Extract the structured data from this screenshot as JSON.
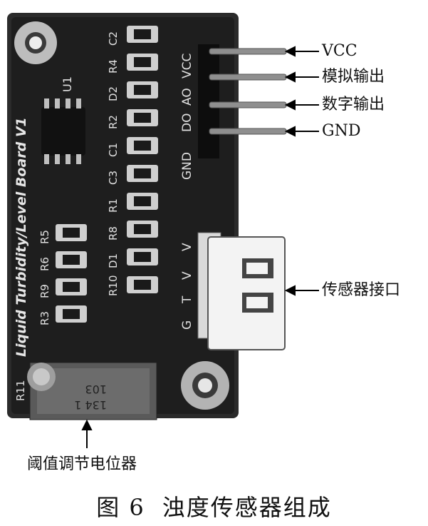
{
  "board": {
    "title": "Liquid Turbidity/Level Board V1",
    "chip_label": "U1",
    "pin_labels": [
      "GND",
      "DO",
      "AO",
      "VCC"
    ],
    "connector_pins": [
      "V",
      "V",
      "T",
      "G"
    ],
    "components_right": [
      "C2",
      "R4",
      "D2",
      "R2",
      "C1",
      "C3",
      "R1",
      "R8",
      "D1",
      "R10"
    ],
    "components_left": [
      "R5",
      "R6",
      "R9",
      "R3"
    ],
    "bottom_label": "R11",
    "pot_marking": [
      "103",
      "134 1"
    ]
  },
  "callouts": {
    "vcc": "VCC",
    "analog_out": "模拟输出",
    "digital_out": "数字输出",
    "gnd": "GND",
    "sensor_interface": "传感器接口",
    "pot": "阈值调节电位器"
  },
  "caption": {
    "number": "图 6",
    "text": "浊度传感器组成"
  }
}
